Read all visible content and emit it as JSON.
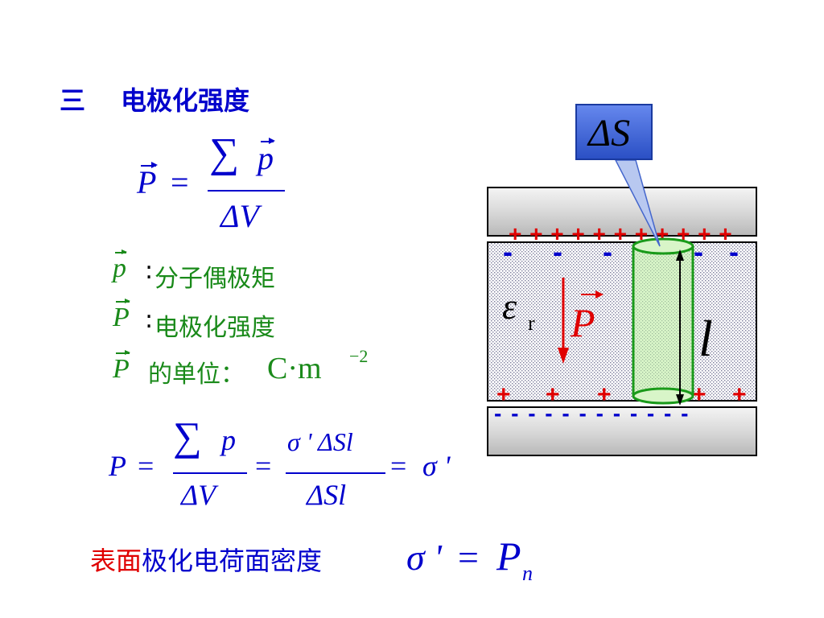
{
  "slide": {
    "heading_num": "三",
    "heading_title": "电极化强度",
    "formula1": {
      "lhs": "P",
      "eq": "=",
      "sum": "∑",
      "num_var": "p",
      "den": "ΔV"
    },
    "defs": [
      {
        "sym": "p",
        "colon": ":",
        "text": "分子偶极矩"
      },
      {
        "sym": "P",
        "colon": ":",
        "text": "电极化强度"
      },
      {
        "sym": "P",
        "text": "的单位：",
        "unit": "C·m",
        "unit_exp": "−2"
      }
    ],
    "formula2": {
      "lhs": "P",
      "eq1": "=",
      "sum": "∑",
      "num1_var": "p",
      "den1": "ΔV",
      "eq2": "=",
      "num2": "σ ' ΔSl",
      "den2": "ΔSl",
      "eq3": "=",
      "rhs": "σ '"
    },
    "surface": {
      "label_red": "表面",
      "label_blue": "极化电荷面密度",
      "lhs": "σ '",
      "eq": "=",
      "rhs": "P",
      "rhs_sub": "n"
    }
  },
  "diagram": {
    "callout": "ΔS",
    "epsilon": "ε",
    "epsilon_sub": "r",
    "polarization": "P",
    "length": "l",
    "plus_row_top": "+ + + + + + + + + + +",
    "minus_row_top": [
      "-",
      "-",
      "-",
      "-",
      "-",
      "-"
    ],
    "plus_row_bottom": [
      "+",
      "+",
      "+",
      "+",
      "+",
      "+"
    ],
    "minus_row_bottom": "- - - - - - - - - - - -",
    "colors": {
      "plus": "#e00000",
      "minus": "#0000cc",
      "cylinder": "#1a9a1a",
      "callout_bg": "#3355cc"
    }
  }
}
